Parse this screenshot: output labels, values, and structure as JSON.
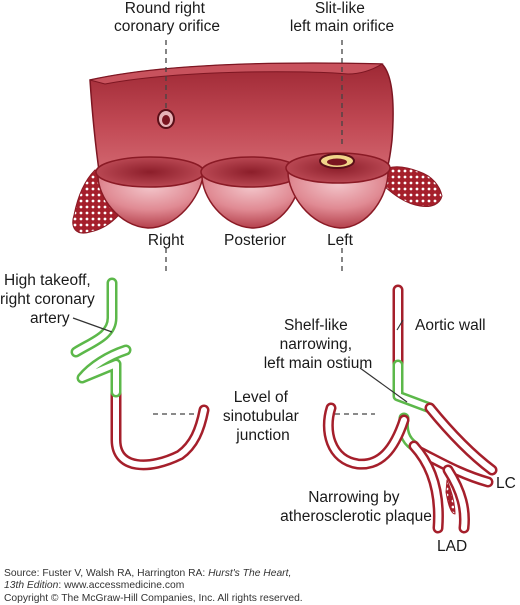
{
  "labels": {
    "round_right_orifice": [
      "Round right",
      "coronary orifice"
    ],
    "slit_left_orifice": [
      "Slit-like",
      "left main orifice"
    ],
    "cusp_right": "Right",
    "cusp_posterior": "Posterior",
    "cusp_left": "Left",
    "high_takeoff": [
      "High takeoff,",
      "right coronary",
      "artery"
    ],
    "shelf_like": [
      "Shelf-like",
      "narrowing,",
      "left main ostium"
    ],
    "aortic_wall": "Aortic wall",
    "sinotubular": [
      "Level of",
      "sinotubular",
      "junction"
    ],
    "lc": "LC",
    "lad": "LAD",
    "plaque": [
      "Narrowing by",
      "atherosclerotic plaque"
    ]
  },
  "footer": {
    "source_prefix": "Source: Fuster V, Walsh RA, Harrington RA: ",
    "source_title": "Hurst's The Heart,",
    "edition": "13th Edition",
    "site": ": www.accessmedicine.com",
    "copyright": "Copyright © The McGraw-Hill Companies, Inc. All rights reserved."
  },
  "colors": {
    "tissue": "#b2343f",
    "tissue_light": "#e79aa2",
    "vessel_red": "#a51f2b",
    "vessel_green": "#5cb84a",
    "plaque_dots": "#a51f2b"
  }
}
